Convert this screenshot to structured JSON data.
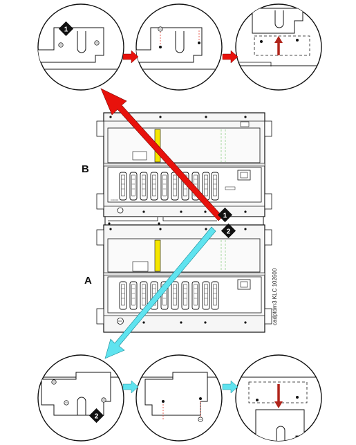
{
  "labels": {
    "cabinet_b": "B",
    "cabinet_a": "A",
    "step_1": "1",
    "step_2": "2",
    "side_note": "cadptdrn3 KLC 102600"
  },
  "colors": {
    "upper_arrow": "#e8120c",
    "lower_arrow": "#5fe3ef",
    "slot_yellow": "#f5e600",
    "guide_green": "#a6d8a0",
    "dashed_red": "#e23a2a"
  },
  "icons": [
    "diamond-badge-icon",
    "ground-screw-icon",
    "power-inlet-icon"
  ]
}
